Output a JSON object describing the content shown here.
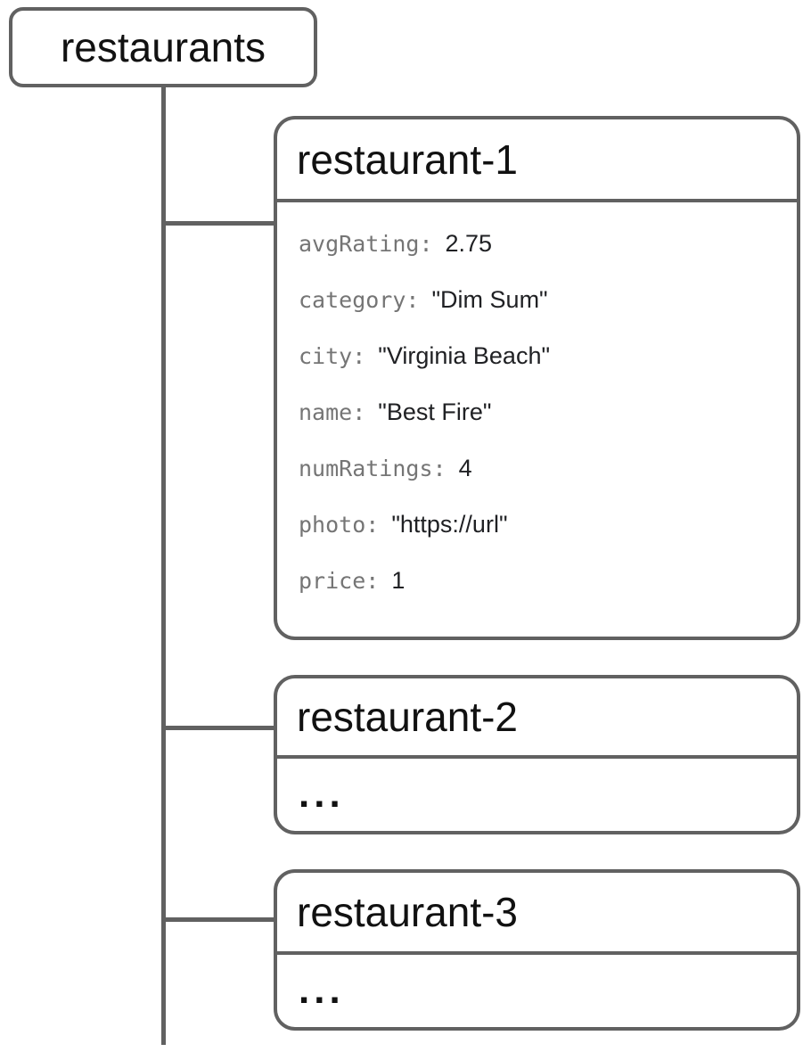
{
  "diagram": {
    "collection": {
      "label": "restaurants"
    },
    "documents": [
      {
        "id": "restaurant-1",
        "fields": [
          {
            "label": "avgRating:",
            "value": "2.75"
          },
          {
            "label": "category:",
            "value": "\"Dim Sum\""
          },
          {
            "label": "city:",
            "value": "\"Virginia Beach\""
          },
          {
            "label": "name:",
            "value": "\"Best Fire\""
          },
          {
            "label": "numRatings:",
            "value": "4"
          },
          {
            "label": "photo:",
            "value": "\"https://url\""
          },
          {
            "label": "price:",
            "value": "1"
          }
        ]
      },
      {
        "id": "restaurant-2",
        "truncated": "..."
      },
      {
        "id": "restaurant-3",
        "truncated": "..."
      }
    ],
    "colors": {
      "border": "#616161",
      "field_label": "#757575",
      "field_value": "#202124",
      "title": "#111111",
      "background": "#ffffff"
    }
  }
}
